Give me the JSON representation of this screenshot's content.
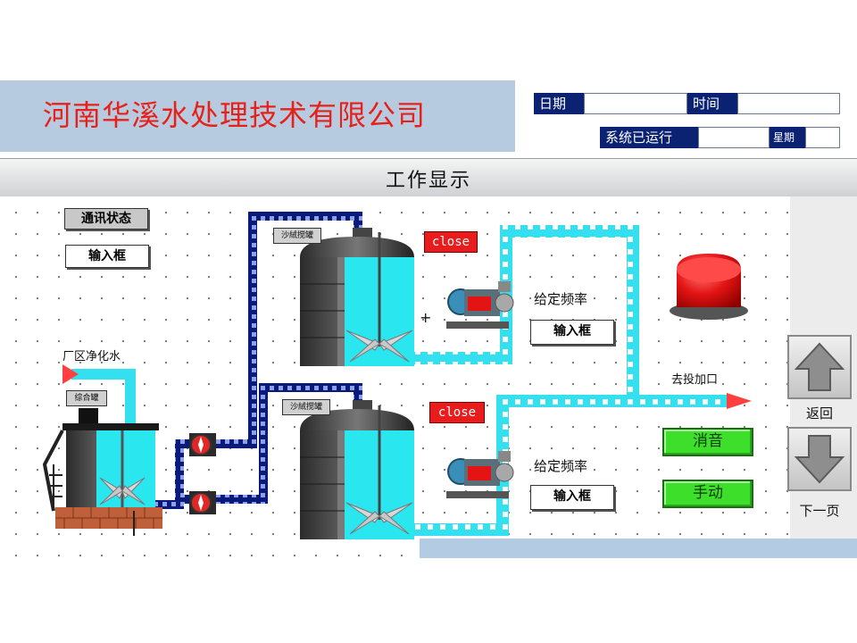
{
  "header": {
    "company_name": "河南华溪水处理技术有限公司",
    "date_label": "日期",
    "date_value": "",
    "time_label": "时间",
    "time_value": "",
    "uptime_label": "系统已运行",
    "uptime_value": "",
    "weekday_label": "星期",
    "weekday_value": ""
  },
  "title_bar": {
    "title": "工作显示"
  },
  "panel": {
    "comm_status": "通讯状态",
    "input_box_top": "输入框",
    "clean_water_label": "厂区净化水",
    "mixing_tank_label": "综合罐",
    "dosing_tank_1_label": "沙絨搅罐",
    "dosing_tank_2_label": "沙絨搅罐",
    "close_1": "close",
    "close_2": "close",
    "freq_label_1": "给定频率",
    "freq_input_1": "输入框",
    "freq_label_2": "给定频率",
    "freq_input_2": "输入框",
    "plus_sign": "+",
    "to_dosing_label": "去投加口",
    "mute_button": "消音",
    "manual_button": "手动"
  },
  "nav": {
    "back_label": "返回",
    "next_label": "下一页"
  },
  "colors": {
    "banner_bg": "#b7cbe0",
    "company_text": "#e8201a",
    "label_navy": "#0b2272",
    "pipe_cyan": "#33e0f0",
    "pipe_navy": "#0a1a7a",
    "tank_cyan": "#29e6ef",
    "alarm_red": "#e51414",
    "button_green": "#3ddf2b",
    "close_red": "#e81c1c"
  }
}
